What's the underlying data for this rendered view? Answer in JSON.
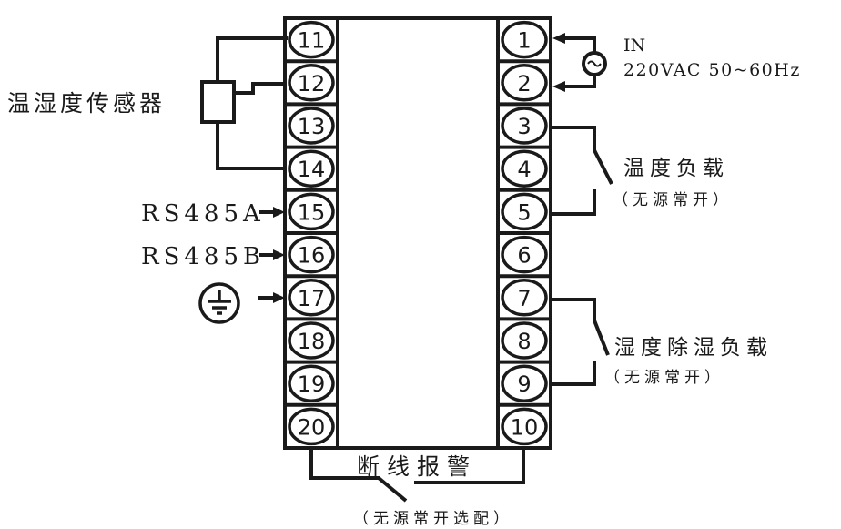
{
  "diagram": {
    "type": "terminal-wiring-diagram",
    "left_terminals": [
      "11",
      "12",
      "13",
      "14",
      "15",
      "16",
      "17",
      "18",
      "19",
      "20"
    ],
    "right_terminals": [
      "1",
      "2",
      "3",
      "4",
      "5",
      "6",
      "7",
      "8",
      "9",
      "10"
    ],
    "labels": {
      "sensor": "温湿度传感器",
      "rs485a": "RS485A",
      "rs485b": "RS485B",
      "ground_icon": "ground-symbol",
      "power_in": "IN",
      "power_spec": "220VAC 50~60Hz",
      "temp_load": "温度负载",
      "temp_load_note": "（无源常开）",
      "humid_load": "湿度除湿负载",
      "humid_load_note": "（无源常开）",
      "alarm": "断线报警",
      "alarm_note": "（无源常开选配）"
    },
    "colors": {
      "line": "#1a1a1a",
      "background": "#ffffff"
    }
  }
}
